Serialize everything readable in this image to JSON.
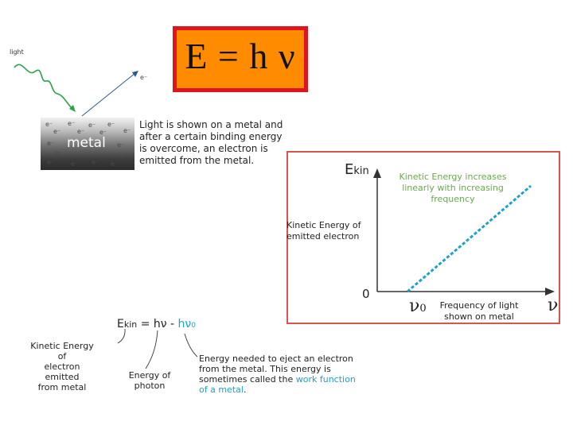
{
  "formula": {
    "text": "E = h ν",
    "colors": {
      "fill": "#ff8c00",
      "border": "#e0141e"
    }
  },
  "illustration": {
    "light_label": "light",
    "electron_label": "e⁻",
    "metal_label": "metal",
    "electron_symbols": [
      "e⁻",
      "e⁻",
      "e⁻",
      "e⁻",
      "e⁻",
      "e⁻",
      "e⁻",
      "e⁻",
      "e⁻",
      "e⁻",
      "e⁻",
      "e⁻",
      "e⁻",
      "e⁻",
      "e⁻",
      "e⁻"
    ],
    "caption_lines": [
      "Light is shown on a metal and",
      "after a certain binding energy",
      "is overcome, an electron is",
      "emitted from the metal."
    ]
  },
  "graph": {
    "y_axis_label": {
      "main": "E",
      "sub": "kin"
    },
    "y_description_lines": [
      "Kinetic Energy of",
      "emitted electron"
    ],
    "origin_label": "0",
    "threshold_label": {
      "main": "ν",
      "sub": "0"
    },
    "x_axis_symbol": "ν",
    "x_description_lines": [
      "Frequency of light",
      "shown on metal"
    ],
    "trend_note_lines": [
      "Kinetic Energy increases",
      "linearly with increasing",
      "frequency"
    ],
    "colors": {
      "line": "#1aa3c8",
      "note": "#6aa84f",
      "frame": "#d9534f"
    }
  },
  "equation": {
    "lhs_main": "E",
    "lhs_sub": "kin",
    "equals_hv": "= hν",
    "minus": " - ",
    "work_term_main": "hν",
    "work_term_sub": "0",
    "annotations": {
      "kinetic_lines": [
        "Kinetic Energy of",
        "electron emitted",
        "from metal"
      ],
      "photon_lines": [
        "Energy of",
        "photon"
      ],
      "work_function_lines": [
        "Energy needed to eject an electron",
        "from the metal. This energy is"
      ],
      "work_function_line3_prefix": "sometimes called the ",
      "work_function_line3_highlight": "work function",
      "work_function_line4_highlight": "of a metal",
      "work_function_line4_suffix": "."
    }
  }
}
